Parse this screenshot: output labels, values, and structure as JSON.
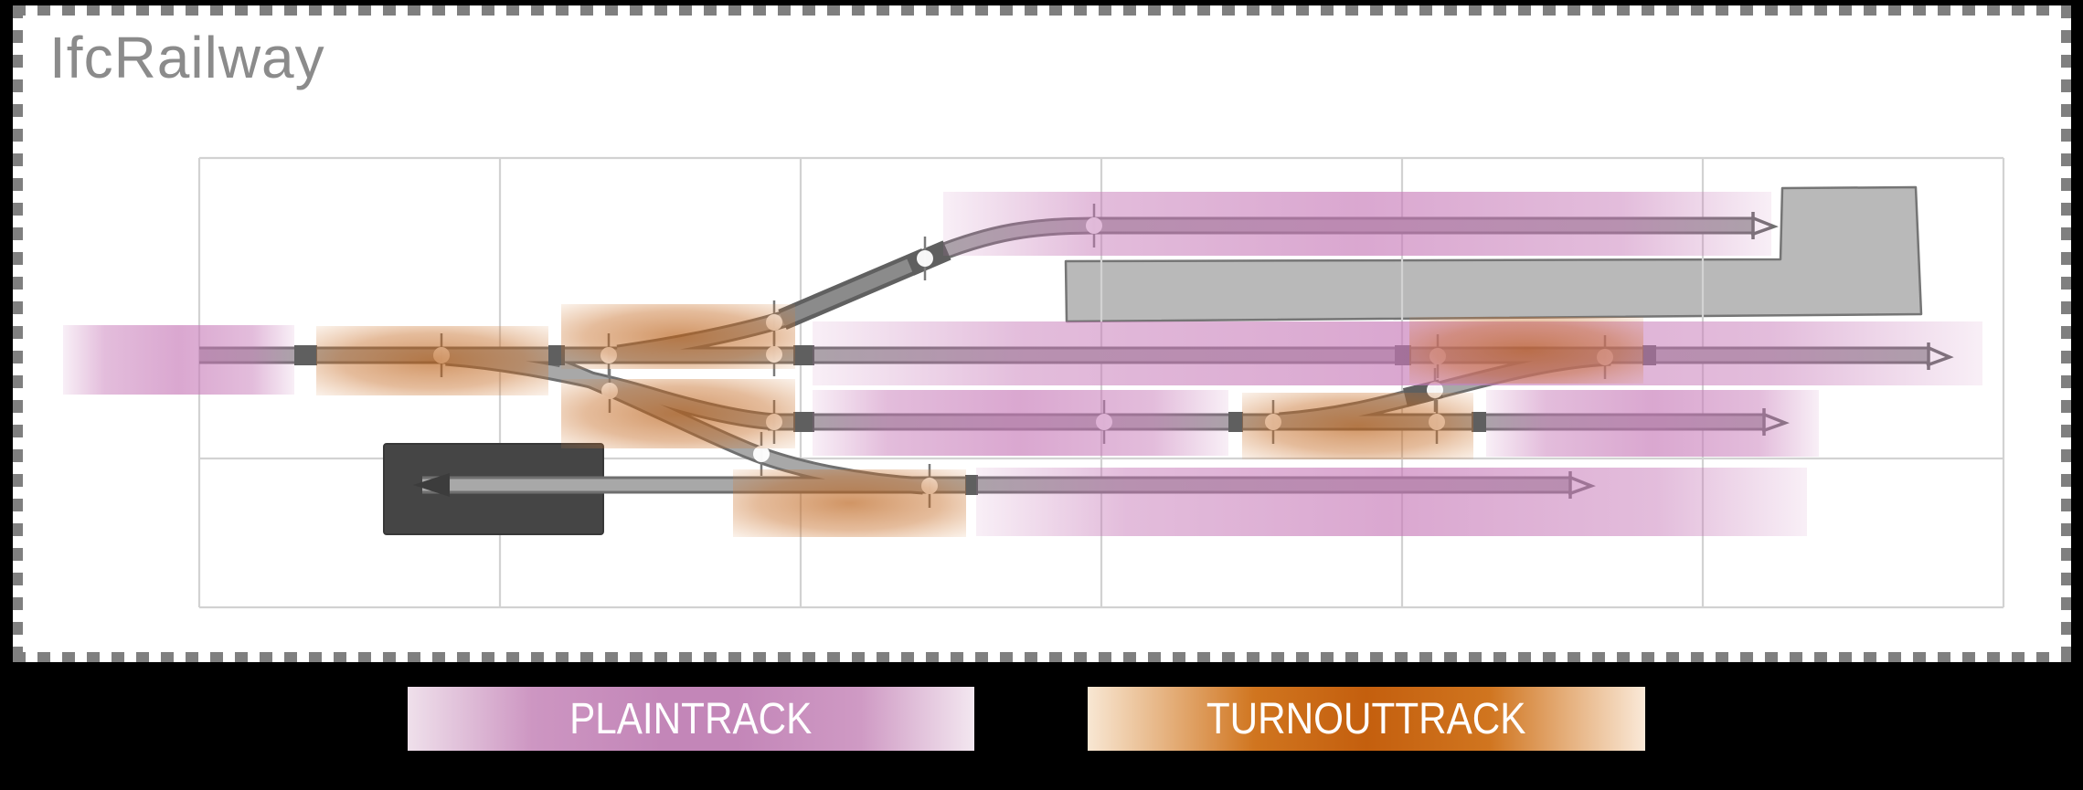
{
  "title": "IfcRailway",
  "legend": {
    "items": [
      {
        "id": "plaintrack",
        "label": "PLAINTRACK",
        "color": "#c386b8",
        "text_color": "#ffffff"
      },
      {
        "id": "turnouttrack",
        "label": "TURNOUTTRACK",
        "color": "#c45f0e",
        "text_color": "#ffffff"
      }
    ]
  },
  "diagram": {
    "type": "railway-track-schematic",
    "track_segment_types": [
      "PLAINTRACK",
      "TURNOUTTRACK"
    ],
    "colors": {
      "plaintrack_highlight": "#c77ab8",
      "turnouttrack_highlight": "#c56a22",
      "track": "#a8a8a8",
      "track_edge": "#6f6f6f",
      "connector": "#5f5f5f",
      "platform": "#b9b9b9",
      "depot": "#454545",
      "grid": "#d2d2d2",
      "panel_border": "#7f7f7f",
      "title_text": "#8b8b8b"
    }
  }
}
